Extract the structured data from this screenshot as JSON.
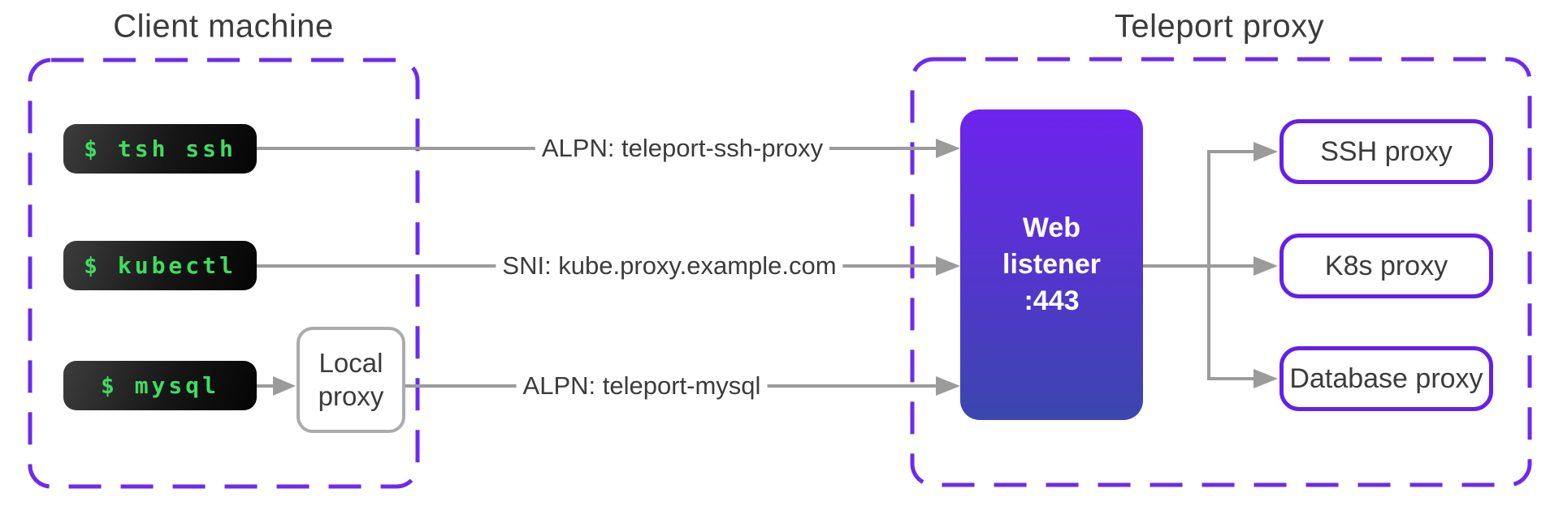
{
  "colors": {
    "accent-purple": "#6c2bee",
    "node-border-purple": "#661fe8",
    "listener-top": "#6e23ee",
    "listener-bottom": "#3b46ae",
    "wire-gray": "#9b9b9b",
    "local-border-gray": "#ababab",
    "terminal-green": "#3edd60",
    "text-dark": "#3b3b3b"
  },
  "client": {
    "title": "Client machine",
    "terminals": [
      {
        "label": "$ tsh ssh"
      },
      {
        "label": "$ kubectl"
      },
      {
        "label": "$ mysql"
      }
    ],
    "local_proxy": {
      "line1": "Local",
      "line2": "proxy"
    }
  },
  "connections": [
    {
      "label": "ALPN: teleport-ssh-proxy"
    },
    {
      "label": "SNI: kube.proxy.example.com"
    },
    {
      "label": "ALPN: teleport-mysql"
    }
  ],
  "teleport": {
    "title": "Teleport proxy",
    "web_listener": {
      "lines": [
        "Web",
        "listener",
        ":443"
      ]
    },
    "proxies": [
      {
        "label": "SSH proxy"
      },
      {
        "label": "K8s proxy"
      },
      {
        "label": "Database proxy"
      }
    ]
  }
}
